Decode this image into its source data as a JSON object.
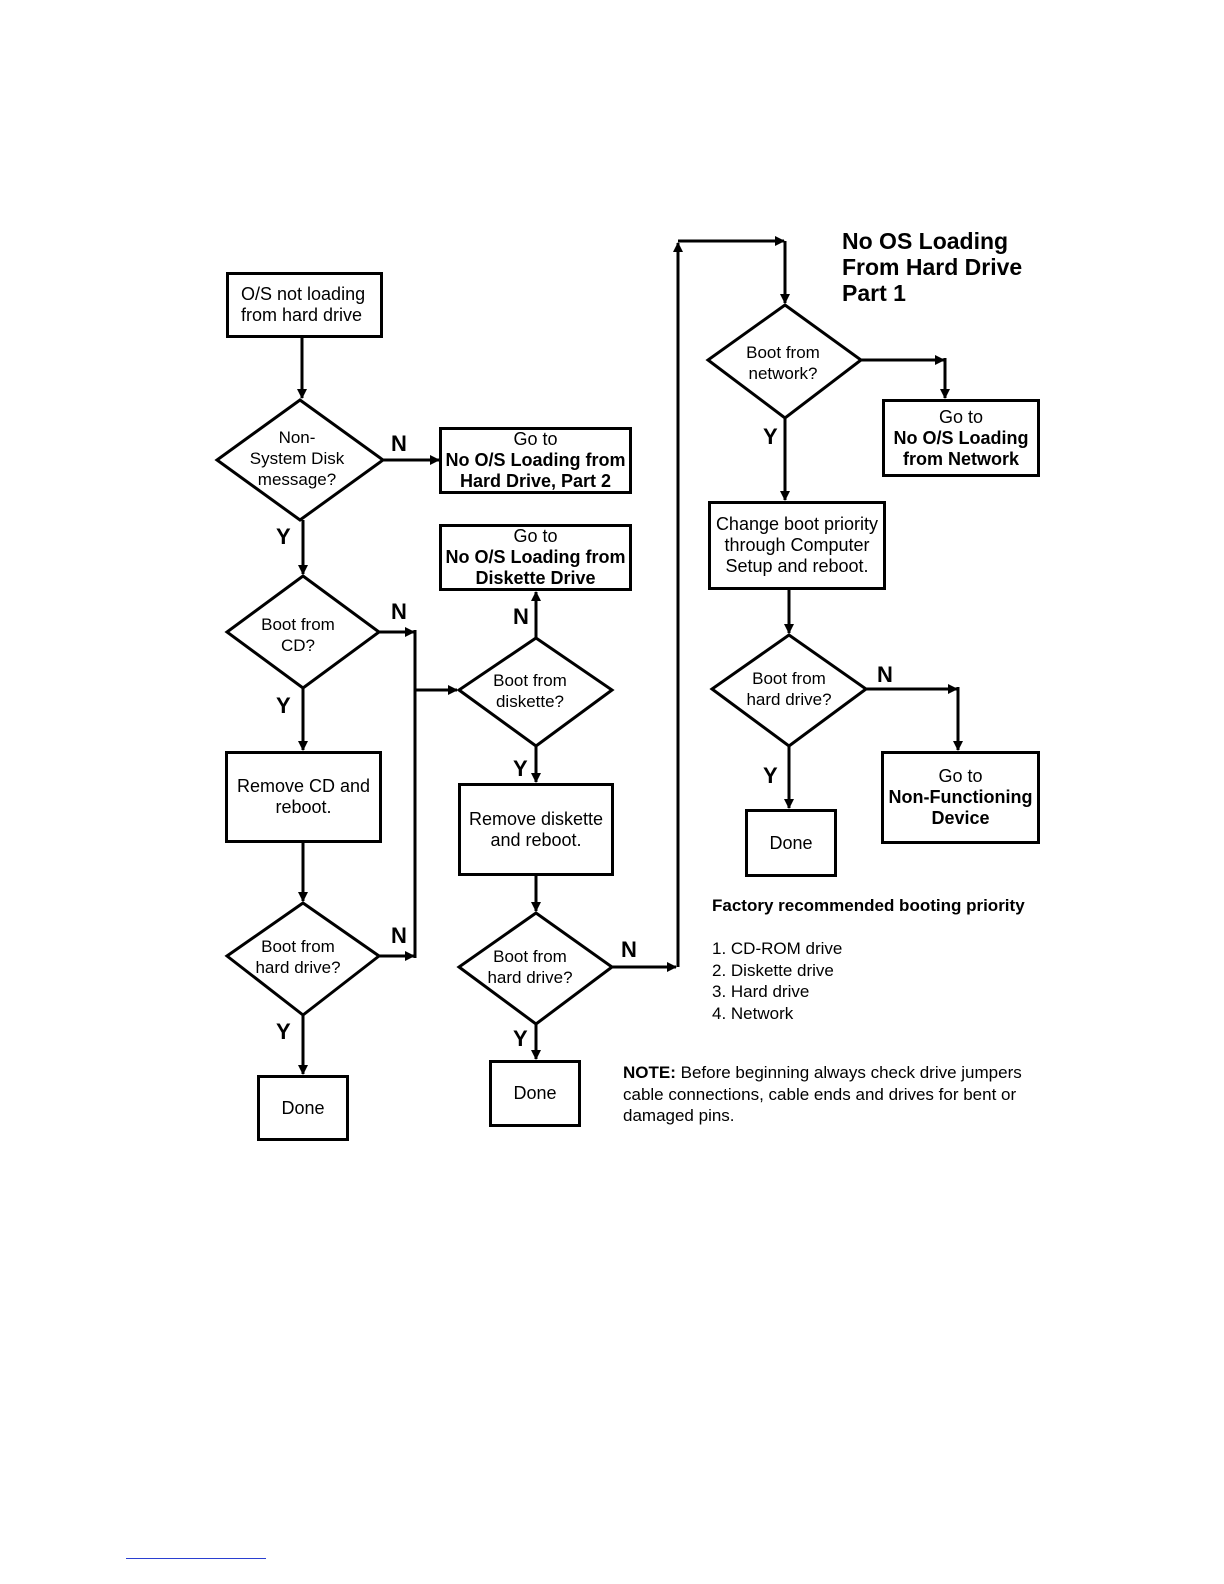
{
  "title": [
    "No OS Loading",
    "From Hard Drive",
    "Part 1"
  ],
  "nodes": {
    "start": [
      "O/S not loading",
      "from hard drive"
    ],
    "q_nonsystem": [
      "Non-",
      "System Disk",
      "message?"
    ],
    "goto_part2": {
      "line1": "Go to",
      "line2": "No O/S Loading from",
      "line3": "Hard Drive, Part 2"
    },
    "goto_diskette": {
      "line1": "Go to",
      "line2": "No O/S Loading from",
      "line3": "Diskette Drive"
    },
    "q_boot_cd": [
      "Boot from",
      "CD?"
    ],
    "remove_cd": [
      "Remove CD and",
      "reboot."
    ],
    "q_hd_1": [
      "Boot from",
      "hard drive?"
    ],
    "done_1": "Done",
    "q_boot_diskette": [
      "Boot from",
      "diskette?"
    ],
    "remove_diskette": [
      "Remove diskette",
      "and reboot."
    ],
    "q_hd_2": [
      "Boot from",
      "hard drive?"
    ],
    "done_2": "Done",
    "q_boot_network": [
      "Boot from",
      "network?"
    ],
    "goto_network": {
      "line1": "Go to",
      "line2": "No O/S Loading",
      "line3": "from Network"
    },
    "change_priority": [
      "Change boot priority",
      "through Computer",
      "Setup and reboot."
    ],
    "q_hd_3": [
      "Boot from",
      "hard drive?"
    ],
    "goto_nonfunc": {
      "line1": "Go to",
      "line2": "Non-Functioning",
      "line3": "Device"
    },
    "done_3": "Done"
  },
  "edge_labels": {
    "yes": "Y",
    "no": "N"
  },
  "priority": {
    "title": "Factory recommended booting priority",
    "items": [
      "1. CD-ROM drive",
      "2. Diskette drive",
      "3. Hard drive",
      "4. Network"
    ]
  },
  "note": {
    "label": "NOTE:",
    "text": " Before beginning always check drive jumpers cable connections, cable ends and drives for bent or damaged pins."
  }
}
